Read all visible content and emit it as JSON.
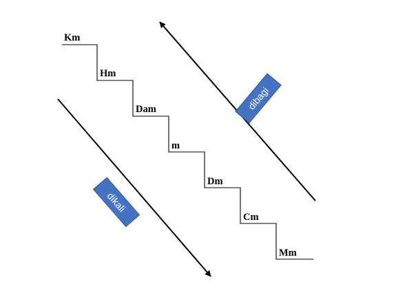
{
  "units": [
    "Km",
    "Hm",
    "Dam",
    "m",
    "Dm",
    "Cm",
    "Mm"
  ],
  "badges": {
    "multiply": "dikali",
    "divide": "dibagi"
  },
  "colors": {
    "badge_fill": "#4472c4",
    "badge_border": "#2f528f",
    "line": "#000000"
  }
}
